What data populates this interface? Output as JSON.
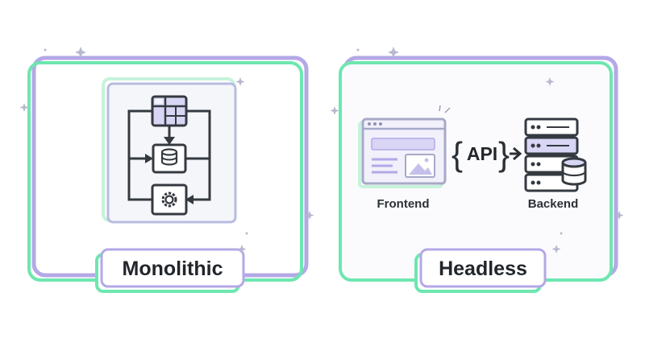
{
  "panels": {
    "monolithic": {
      "title": "Monolithic"
    },
    "headless": {
      "title": "Headless",
      "frontend_label": "Frontend",
      "backend_label": "Backend",
      "api_label": "API",
      "brace_open": "{",
      "brace_close": "}"
    }
  },
  "colors": {
    "green": "#5fe3a8",
    "purple": "#b4a8e6",
    "dark": "#343a40",
    "window_fill": "#d8d6f4",
    "light_purple": "#ece9fb",
    "panel_fill": "#fbfbfe"
  },
  "icons": [
    "table-icon",
    "database-icon",
    "gear-icon",
    "browser-window-icon",
    "image-icon",
    "server-rack-icon",
    "sparkle-icon"
  ]
}
